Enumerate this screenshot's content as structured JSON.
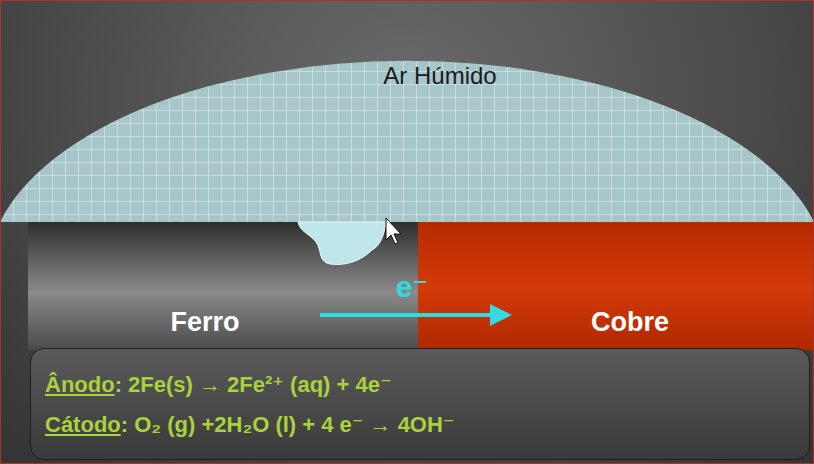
{
  "diagram": {
    "nodes": [
      {
        "text": [
          "Ar Húmido"
        ]
      },
      {
        "text": [
          "Ferro"
        ]
      },
      {
        "text": [
          "Cobre"
        ]
      },
      {
        "text": [
          "Ânodo",
          ": 2Fe(s) → 2Fe²⁺ (aq) + 4e⁻",
          "Cátodo",
          ": O₂ (g) +2H₂O (l) + 4 e⁻ → 4OH⁻"
        ]
      }
    ],
    "labels": [
      "e⁻"
    ]
  }
}
